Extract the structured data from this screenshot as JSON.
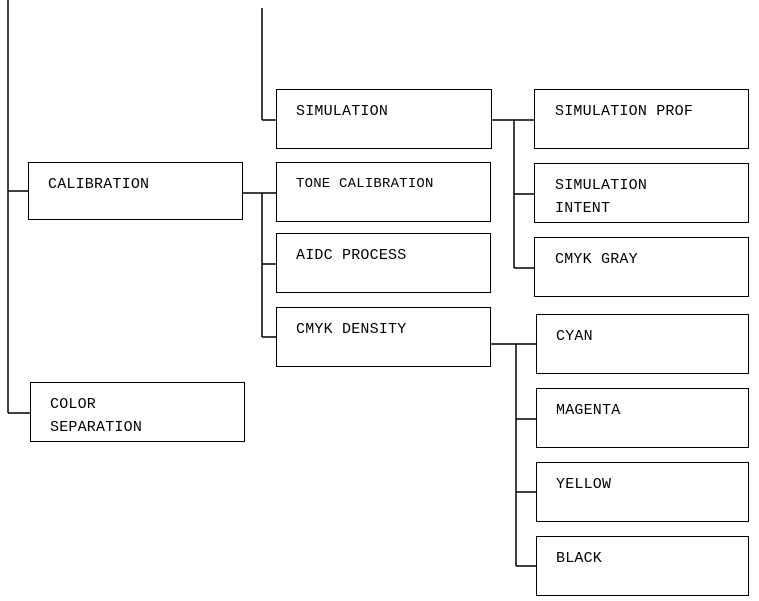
{
  "menu": {
    "simulation": "SIMULATION",
    "simulation_prof": "SIMULATION PROF",
    "simulation_intent": "SIMULATION\nINTENT",
    "cmyk_gray": "CMYK GRAY",
    "calibration": "CALIBRATION",
    "tone_calibration": "TONE CALIBRATION",
    "aidc_process": "AIDC PROCESS",
    "cmyk_density": "CMYK DENSITY",
    "cyan": "CYAN",
    "magenta": "MAGENTA",
    "yellow": "YELLOW",
    "black": "BLACK",
    "color_separation": "COLOR\nSEPARATION"
  }
}
